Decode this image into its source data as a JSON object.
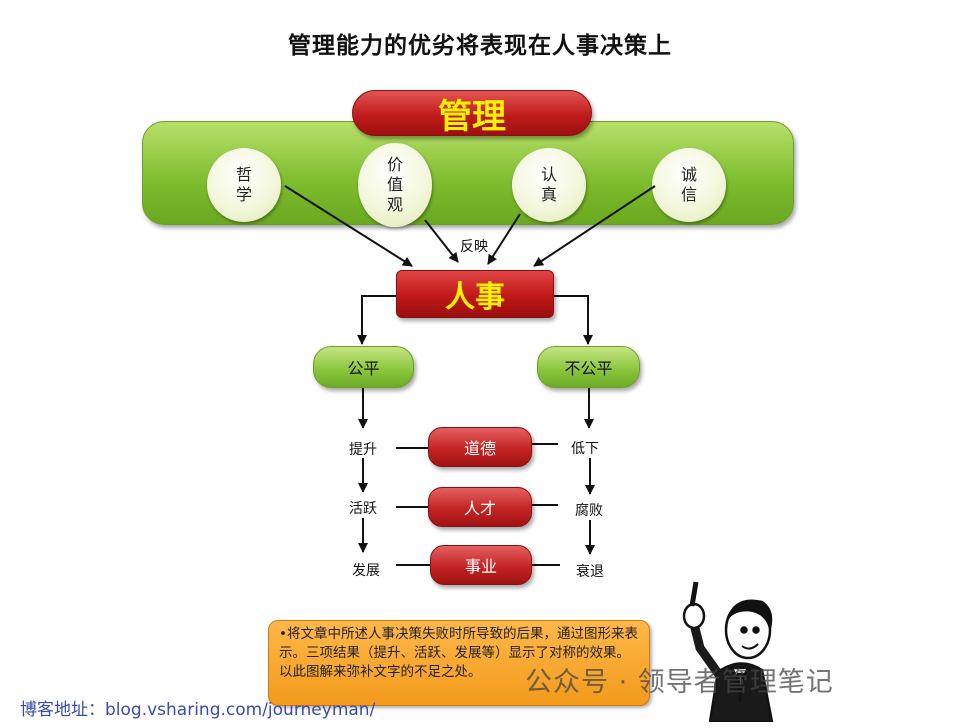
{
  "title": "管理能力的优劣将表现在人事决策上",
  "top_pill": "管理",
  "circles": [
    "哲学",
    "价值观",
    "认真",
    "诚信"
  ],
  "reflect_label": "反映",
  "center_box": "人事",
  "branches": {
    "left": "公平",
    "right": "不公平"
  },
  "middle_items": [
    "道德",
    "人才",
    "事业"
  ],
  "left_labels": [
    "提升",
    "活跃",
    "发展"
  ],
  "right_labels": [
    "低下",
    "腐败",
    "衰退"
  ],
  "note": "•将文章中所述人事决策失败时所导致的后果，通过图形来表示。三项结果（提升、活跃、发展等）显示了对称的效果。以此图解来弥补文字的不足之处。",
  "blog": "博客地址：blog.vsharing.com/journeyman/",
  "watermark": "公众号 · 领导者管理笔记",
  "colors": {
    "green": "#7cbc2c",
    "red": "#c01c1c",
    "yellow_text": "#fff200",
    "orange_note": "#f29a1b"
  }
}
